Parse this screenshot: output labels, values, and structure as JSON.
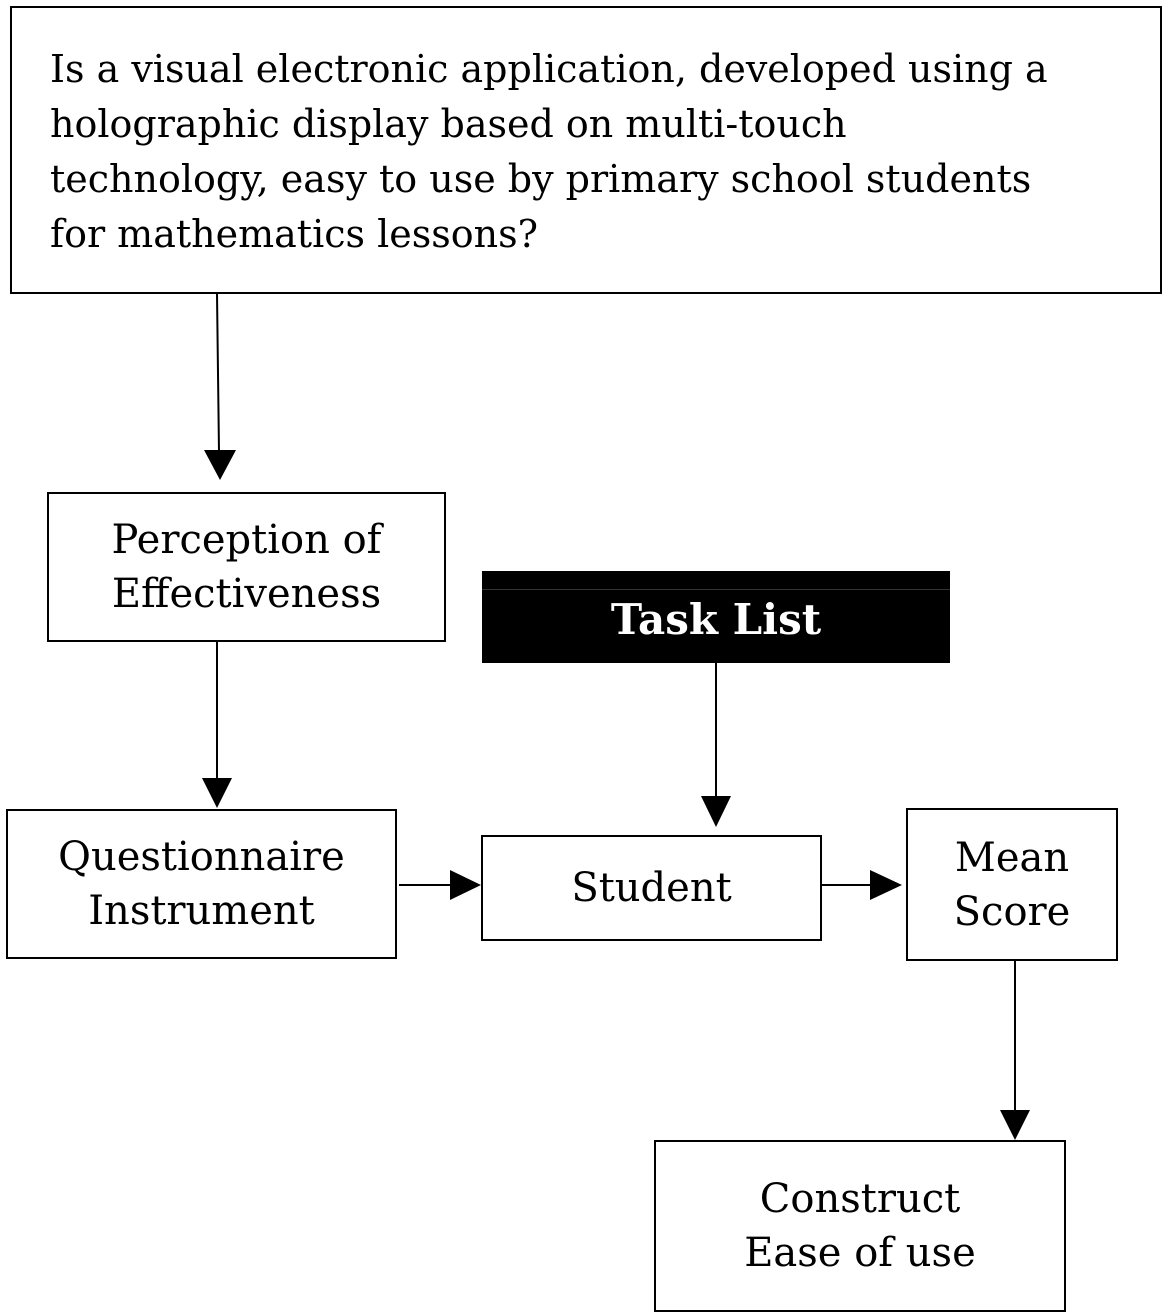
{
  "question": {
    "lines": [
      "Is a visual electronic application, developed using a",
      "holographic display based on multi-touch",
      "technology, easy to use by primary school students",
      "for mathematics lessons?"
    ]
  },
  "perception": {
    "lines": [
      "Perception of",
      "Effectiveness"
    ]
  },
  "task_list": {
    "label": "Task List"
  },
  "questionnaire": {
    "lines": [
      "Questionnaire",
      "Instrument"
    ]
  },
  "student": {
    "label": "Student"
  },
  "mean_score": {
    "lines": [
      "Mean",
      "Score"
    ]
  },
  "construct": {
    "lines": [
      "Construct",
      "Ease of use"
    ]
  },
  "colors": {
    "line": "#000000",
    "box_fill": "#ffffff",
    "task_fill": "#000000",
    "task_text": "#ffffff"
  }
}
